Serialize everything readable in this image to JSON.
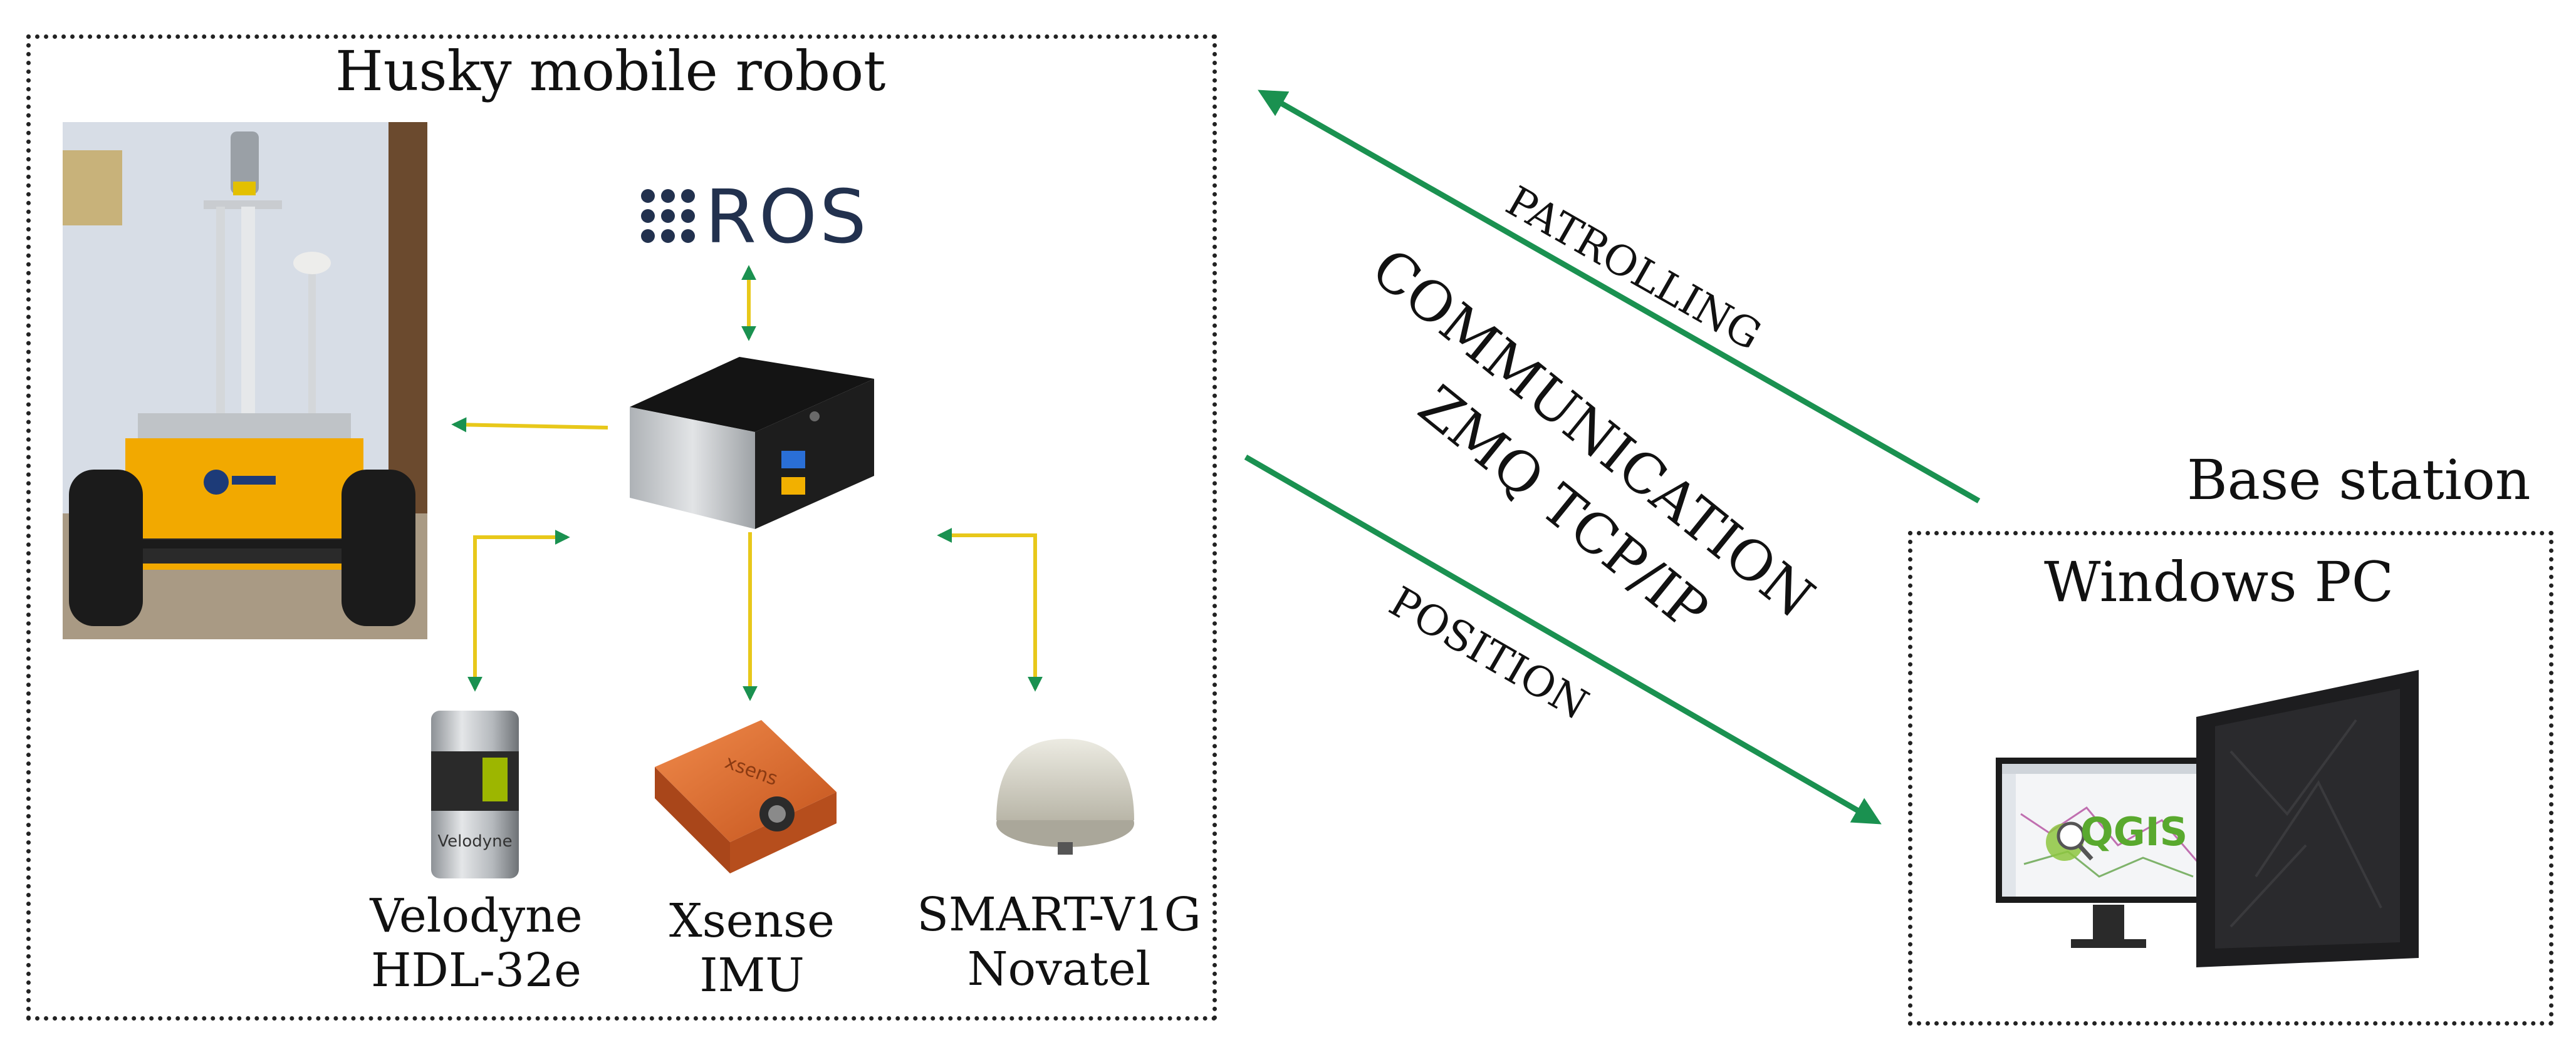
{
  "robot_section": {
    "title": "Husky mobile robot"
  },
  "base_section": {
    "title": "Base station",
    "pc_title": "Windows PC"
  },
  "ros_logo": {
    "text": "ROS"
  },
  "sensors": [
    {
      "line1": "Velodyne",
      "line2": "HDL-32e"
    },
    {
      "line1": "Xsense",
      "line2": "IMU"
    },
    {
      "line1": "SMART-V1G",
      "line2": "Novatel"
    }
  ],
  "communication": {
    "line1": "COMMUNICATION",
    "line2": "ZMQ TCP/IP",
    "patrolling": "PATROLLING",
    "position": "POSITION"
  },
  "device_marks": {
    "velodyne_brand": "Velodyne",
    "xsens_brand": "xsens",
    "qgis_brand": "QGIS"
  },
  "colors": {
    "green": "#1a9150",
    "yellow": "#e8c81a",
    "ros_navy": "#22314e",
    "robot_yellow": "#f2a900"
  }
}
